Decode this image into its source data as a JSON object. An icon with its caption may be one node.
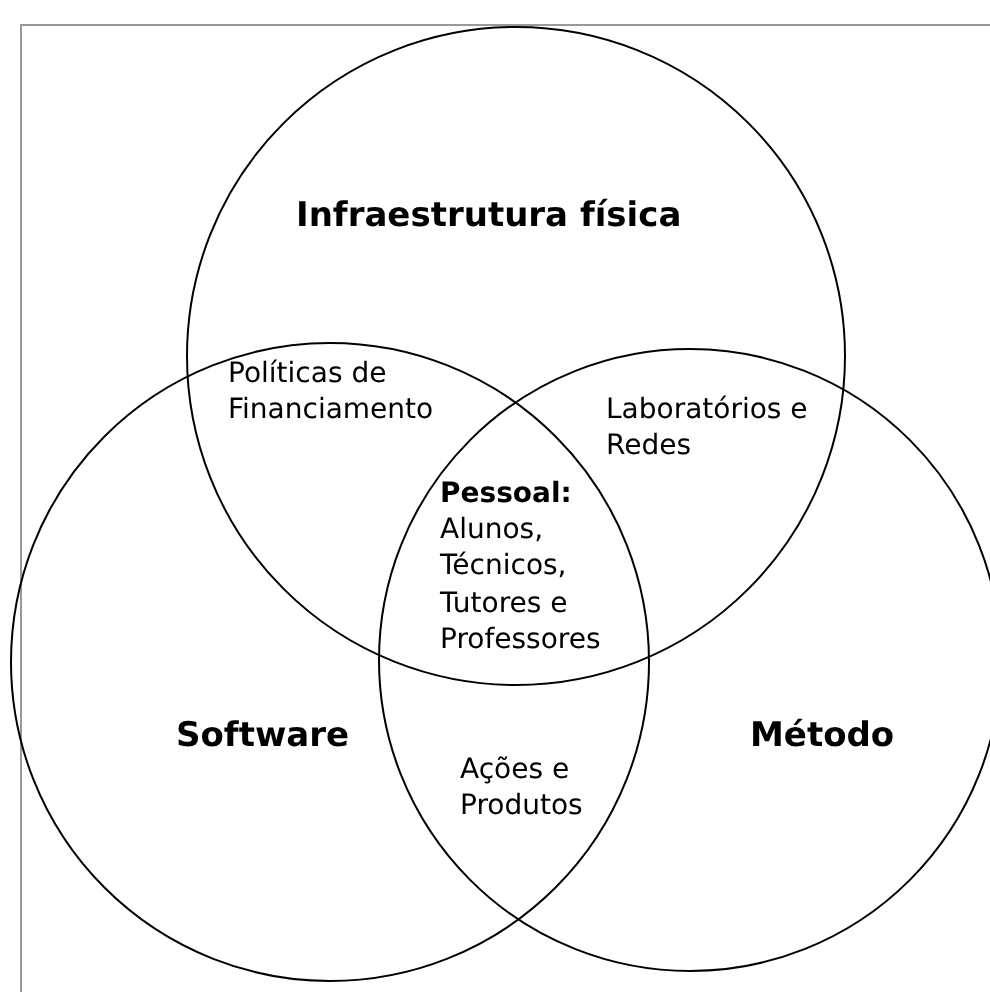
{
  "diagram": {
    "nodes": [
      {
        "text": [
          "Infraestrutura física"
        ]
      },
      {
        "text": [
          "Software"
        ]
      },
      {
        "text": [
          "Método"
        ]
      }
    ],
    "labels": [
      "Políticas de Financiamento",
      "Laboratórios e Redes",
      "**Pessoal:** Alunos, Técnicos, Tutores e Professores",
      "Ações e Produtos"
    ]
  }
}
